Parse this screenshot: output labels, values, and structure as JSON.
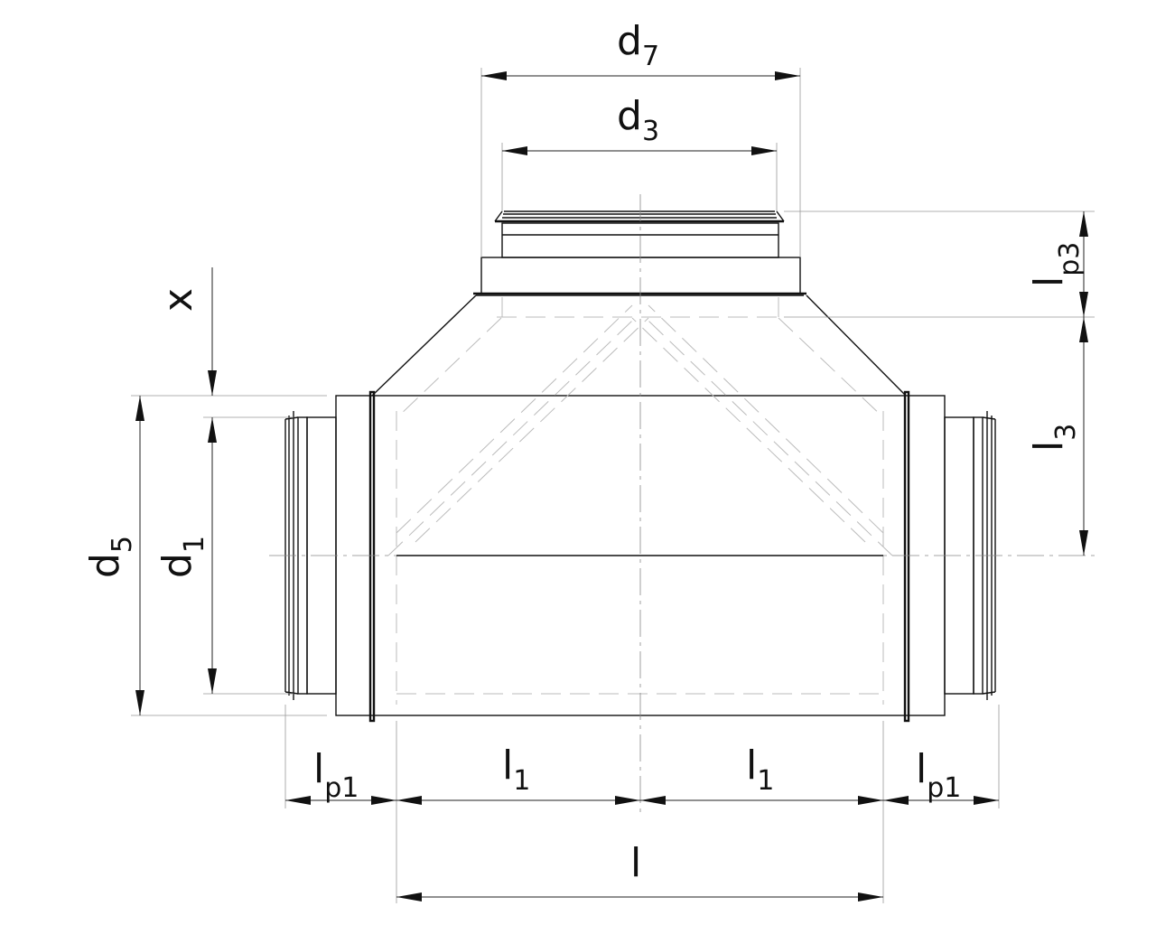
{
  "labels": {
    "d7": {
      "base": "d",
      "sub": "7"
    },
    "d3": {
      "base": "d",
      "sub": "3"
    },
    "x": {
      "base": "x",
      "sub": ""
    },
    "lp3": {
      "base": "l",
      "sub": "p3"
    },
    "l3": {
      "base": "l",
      "sub": "3"
    },
    "d5": {
      "base": "d",
      "sub": "5"
    },
    "d1": {
      "base": "d",
      "sub": "1"
    },
    "lp1_left": {
      "base": "l",
      "sub": "p1"
    },
    "l1_left": {
      "base": "l",
      "sub": "1"
    },
    "l1_right": {
      "base": "l",
      "sub": "1"
    },
    "lp1_right": {
      "base": "l",
      "sub": "p1"
    },
    "l": {
      "base": "l",
      "sub": ""
    }
  },
  "colors": {
    "line": "#111111",
    "hidden": "#bbbbbb",
    "background": "#ffffff"
  }
}
